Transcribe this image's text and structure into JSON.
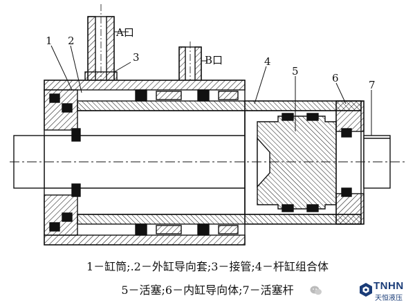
{
  "ports": {
    "a": "A口",
    "b": "B口"
  },
  "callouts": [
    "1",
    "2",
    "3",
    "4",
    "5",
    "6",
    "7"
  ],
  "caption": {
    "line1": "1－缸筒;.2－外缸导向套;3－接管;4－杆缸组合体",
    "line2": "5－活塞;6－内缸导向体;7－活塞杆"
  },
  "watermark": {
    "brand": "TNHN",
    "name": "天恒液压"
  },
  "colors": {
    "line": "#111111",
    "brand": "#1a3c78"
  }
}
